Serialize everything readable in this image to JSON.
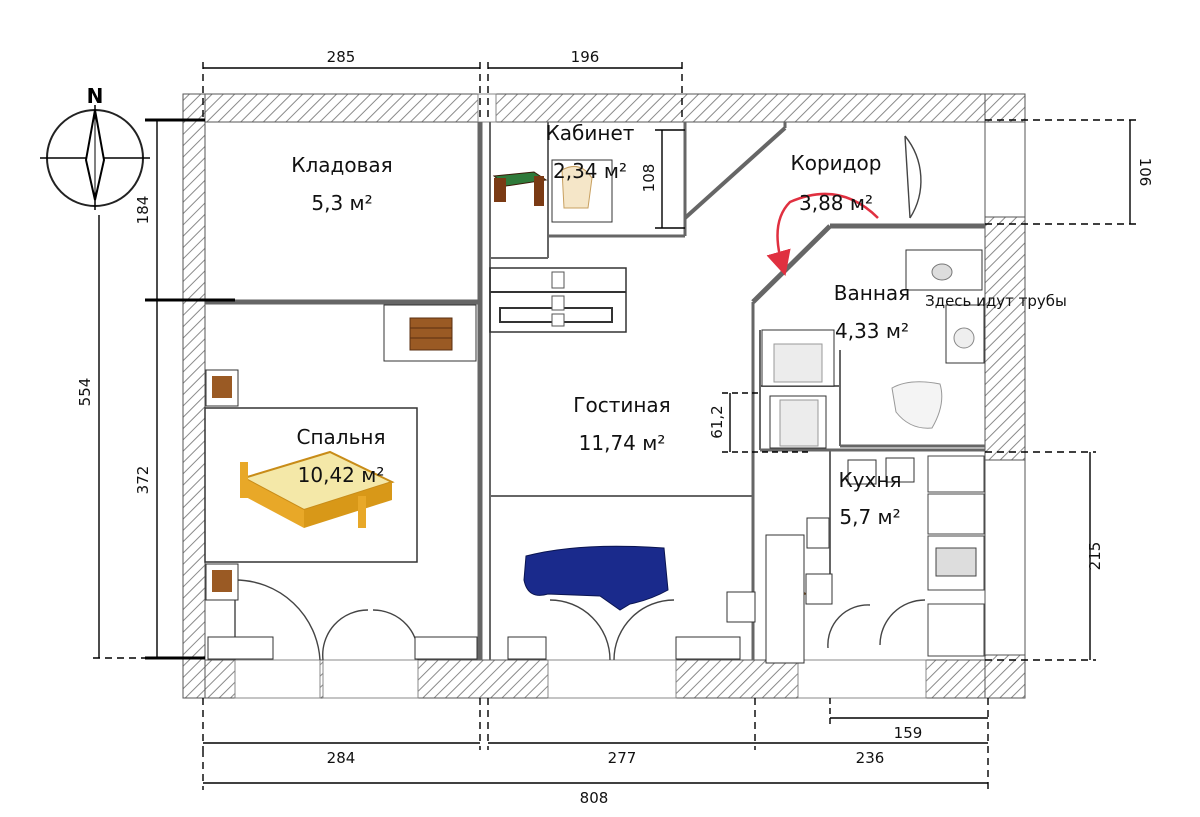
{
  "compass": {
    "north_label": "N"
  },
  "rooms": {
    "storage": {
      "name": "Кладовая",
      "area": "5,3 м²"
    },
    "office": {
      "name": "Кабинет",
      "area": "2,34 м²"
    },
    "corridor": {
      "name": "Коридор",
      "area": "3,88 м²"
    },
    "bathroom": {
      "name": "Ванная",
      "area": "4,33 м²"
    },
    "living": {
      "name": "Гостиная",
      "area": "11,74 м²"
    },
    "bedroom": {
      "name": "Спальня",
      "area": "10,42 м²"
    },
    "kitchen": {
      "name": "Кухня",
      "area": "5,7 м²"
    }
  },
  "note": {
    "pipes": "Здесь идут трубы"
  },
  "dimensions": {
    "top_left": "285",
    "top_middle": "196",
    "left_upper": "184",
    "left_lower": "372",
    "left_total": "554",
    "right_upper": "106",
    "right_lower": "215",
    "office_width": "108",
    "niche": "61,2",
    "bottom_left": "284",
    "bottom_middle": "277",
    "bottom_right": "236",
    "bottom_kitchen": "159",
    "bottom_total": "808"
  },
  "colors": {
    "wall_hatch": "#8a8a8a",
    "marker_arrow": "#e03040",
    "sofa": "#1a2a8c",
    "bed_frame": "#e8a828",
    "wood": "#9a5a24"
  }
}
